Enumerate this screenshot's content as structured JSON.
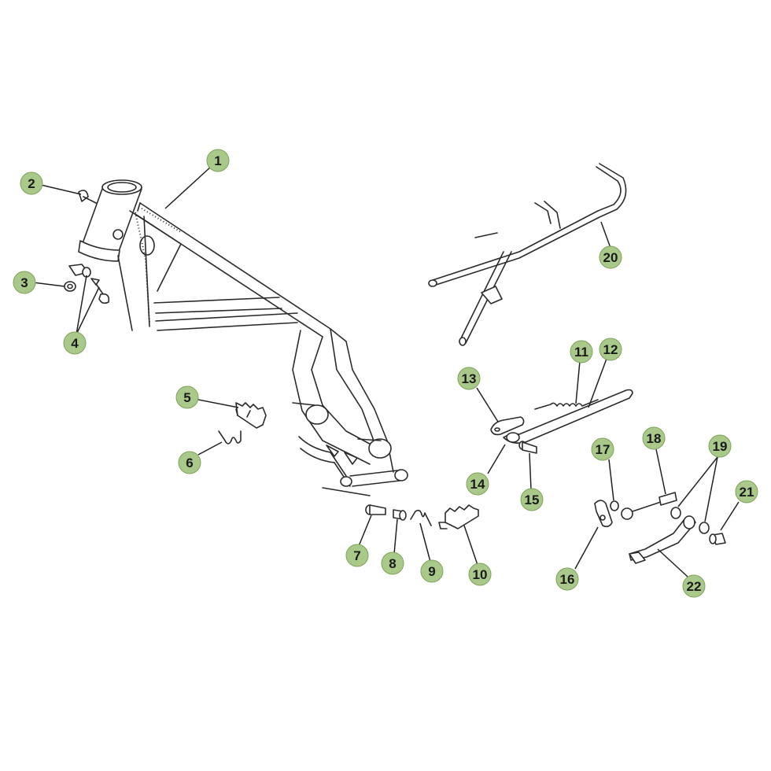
{
  "colors": {
    "callout_fill": "#a9c98a",
    "callout_stroke": "#7fa35a",
    "line_art": "#2b2b2b",
    "background": "#ffffff"
  },
  "callouts": [
    {
      "label": "1"
    },
    {
      "label": "2"
    },
    {
      "label": "3"
    },
    {
      "label": "4"
    },
    {
      "label": "5"
    },
    {
      "label": "6"
    },
    {
      "label": "7"
    },
    {
      "label": "8"
    },
    {
      "label": "9"
    },
    {
      "label": "10"
    },
    {
      "label": "11"
    },
    {
      "label": "12"
    },
    {
      "label": "13"
    },
    {
      "label": "14"
    },
    {
      "label": "15"
    },
    {
      "label": "16"
    },
    {
      "label": "17"
    },
    {
      "label": "18"
    },
    {
      "label": "19"
    },
    {
      "label": "20"
    },
    {
      "label": "21"
    },
    {
      "label": "22"
    }
  ]
}
